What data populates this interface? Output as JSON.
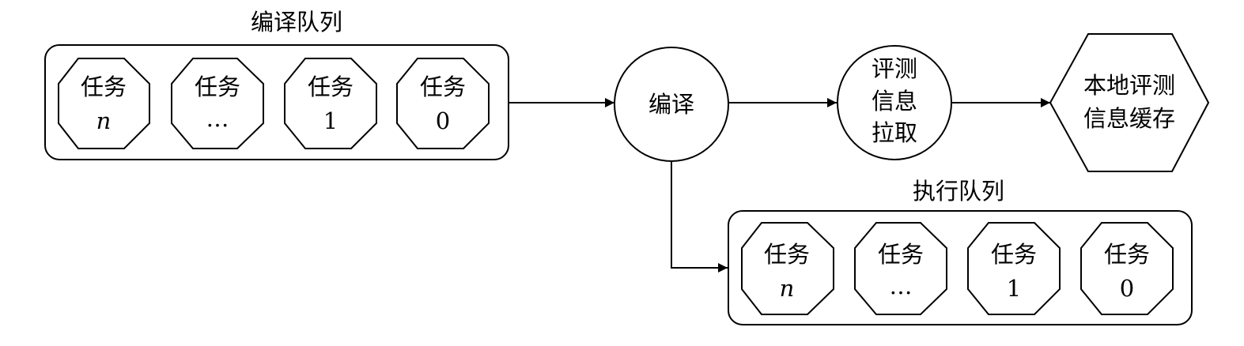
{
  "compile_queue": {
    "title": "编译队列",
    "tasks": [
      {
        "label": "任务",
        "index": "n"
      },
      {
        "label": "任务",
        "index": "…"
      },
      {
        "label": "任务",
        "index": "1"
      },
      {
        "label": "任务",
        "index": "0"
      }
    ]
  },
  "exec_queue": {
    "title": "执行队列",
    "tasks": [
      {
        "label": "任务",
        "index": "n"
      },
      {
        "label": "任务",
        "index": "…"
      },
      {
        "label": "任务",
        "index": "1"
      },
      {
        "label": "任务",
        "index": "0"
      }
    ]
  },
  "compile_node": {
    "label": "编译"
  },
  "fetch_node": {
    "lines": [
      "评测",
      "信息",
      "拉取"
    ]
  },
  "cache_node": {
    "lines": [
      "本地评测",
      "信息缓存"
    ]
  }
}
